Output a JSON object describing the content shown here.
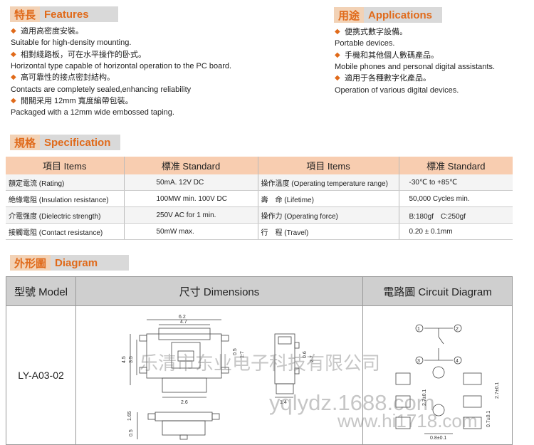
{
  "features": {
    "title_cn": "特長",
    "title_en": "Features",
    "items": [
      {
        "cn": "適用高密度安裝。",
        "en": "Suitable for high-density mounting."
      },
      {
        "cn": "相對綫路板，可在水平操作的卧式。",
        "en": "Horizontal type capable of horizontal operation to the PC board."
      },
      {
        "cn": "高可靠性的接点密封結构。",
        "en": "Contacts are completely sealed,enhancing reliability"
      },
      {
        "cn": "開關采用 12mm 寬度編帶包裝。",
        "en": "Packaged with a 12mm wide embossed taping."
      }
    ]
  },
  "applications": {
    "title_cn": "用途",
    "title_en": "Applications",
    "items": [
      {
        "cn": "便携式數字設備。",
        "en": "Portable devices."
      },
      {
        "cn": "手機和其他個人數碼產品。",
        "en": "Mobile phones and personal digital assistants."
      },
      {
        "cn": "適用于各種數字化產品。",
        "en": "Operation of various digital devices."
      }
    ]
  },
  "specification": {
    "title_cn": "規格",
    "title_en": "Specification",
    "headers": [
      "項目 Items",
      "標准 Standard",
      "項目 Items",
      "標准 Standard"
    ],
    "rows": [
      [
        "額定電流 (Rating)",
        "50mA. 12V DC",
        "操作溫度 (Operating temperature range)",
        "-30℃ to +85℃"
      ],
      [
        "絶緣電阻 (Insulation resistance)",
        "100MW min. 100V DC",
        "壽　命 (Lifetime)",
        "50,000 Cycles min."
      ],
      [
        "介電强度 (Dielectric strength)",
        "250V AC for 1 min.",
        "操作力 (Operating force)",
        "B:180gf　C:250gf"
      ],
      [
        "接觸電阻 (Contact resistance)",
        "50mW max.",
        "行　程 (Travel)",
        "0.20 ± 0.1mm"
      ]
    ]
  },
  "diagram": {
    "title_cn": "外形圖",
    "title_en": "Diagram",
    "headers": [
      "型號 Model",
      "尺寸 Dimensions",
      "電路圖 Circuit Diagram"
    ],
    "model": "LY-A03-02",
    "dims": {
      "top": "6.2",
      "inner": "4.7",
      "left_outer": "4.5",
      "left_inner": "3.5",
      "right_a": "0.5",
      "right_b": "1.7",
      "bottom": "2.6",
      "side_h": "2.7",
      "side_small": "0.6",
      "side_w": "1.4",
      "front_a": "1.65",
      "front_b": "0.5"
    },
    "circuit": {
      "pins": [
        "1",
        "2",
        "3",
        "4"
      ],
      "d_vert": "2.7±0.1",
      "d_vert2": "2.7±0.1",
      "d_vert3": "0.7±0.1",
      "d_horiz": "0.8±0.1"
    }
  },
  "watermarks": {
    "company": "乐清市东业电子科技有限公司",
    "site": "yqlydz.1688.com",
    "site2": "www.hi1718.com"
  },
  "colors": {
    "accent": "#e06a1a",
    "header_fill": "#f8cdb0",
    "label_fill": "#d9d9d9"
  }
}
